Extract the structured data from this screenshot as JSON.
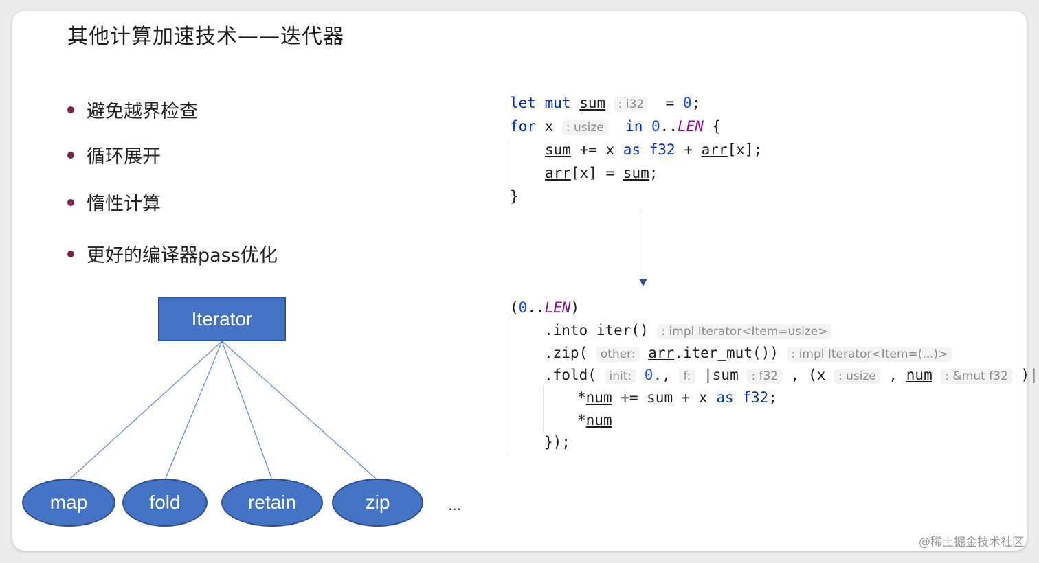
{
  "title": "其他计算加速技术——迭代器",
  "bullets": [
    "避免越界检查",
    "循环展开",
    "惰性计算",
    "更好的编译器pass优化"
  ],
  "diagram": {
    "root": "Iterator",
    "children": [
      "map",
      "fold",
      "retain",
      "zip"
    ],
    "ellipsis": "..."
  },
  "code_before": {
    "hint_i32": ": i32",
    "hint_usize": ": usize"
  },
  "code_after": {
    "hint_into_iter": ": impl Iterator<Item=usize>",
    "hint_other": "other:",
    "hint_iter_mut": ": impl Iterator<Item=(...)>",
    "hint_init": "init:",
    "hint_f": "f:",
    "hint_f32": ": f32",
    "hint_usize": ": usize",
    "hint_mut_f32": ": &mut f32"
  },
  "watermark": "@稀土掘金技术社区"
}
